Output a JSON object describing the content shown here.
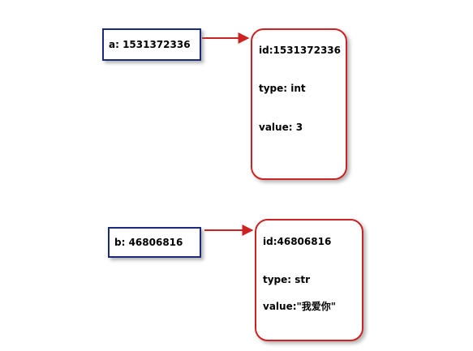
{
  "variables": [
    {
      "label": "a: 1531372336",
      "object": {
        "id_line": "id:1531372336",
        "type_line": "type: int",
        "value_line": "value:  3"
      }
    },
    {
      "label": "b: 46806816",
      "object": {
        "id_line": "id:46806816",
        "type_line": "type: str",
        "value_line": "value:\"我爱你\""
      }
    }
  ],
  "colors": {
    "label_border": "#1b2a7a",
    "object_border": "#cc2222",
    "arrow": "#cc2222"
  }
}
